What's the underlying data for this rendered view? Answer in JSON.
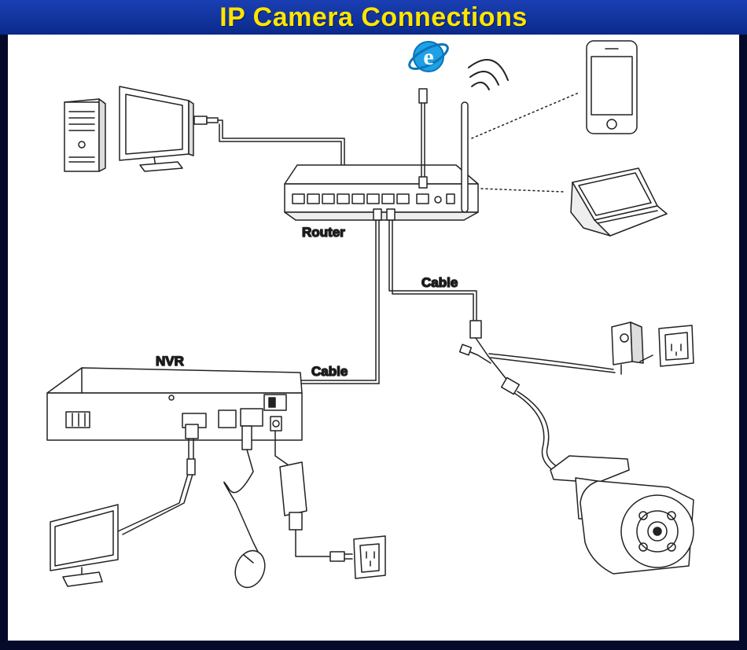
{
  "title": "IP Camera Connections",
  "labels": {
    "router": "Router",
    "nvr": "NVR",
    "cable_router_nvr": "Cable",
    "cable_router_camera": "Cable"
  },
  "colors": {
    "title_bar": "#1a3fb3",
    "title_text": "#ffe500",
    "frame": "#050a2a",
    "line_art": "#222222"
  },
  "icons": [
    "ie-browser-icon",
    "desktop-pc-icon",
    "monitor-icon",
    "router-icon",
    "smartphone-icon",
    "laptop-icon",
    "nvr-icon",
    "mouse-icon",
    "power-adapter-icon",
    "wall-outlet-icon",
    "ip-camera-icon"
  ]
}
